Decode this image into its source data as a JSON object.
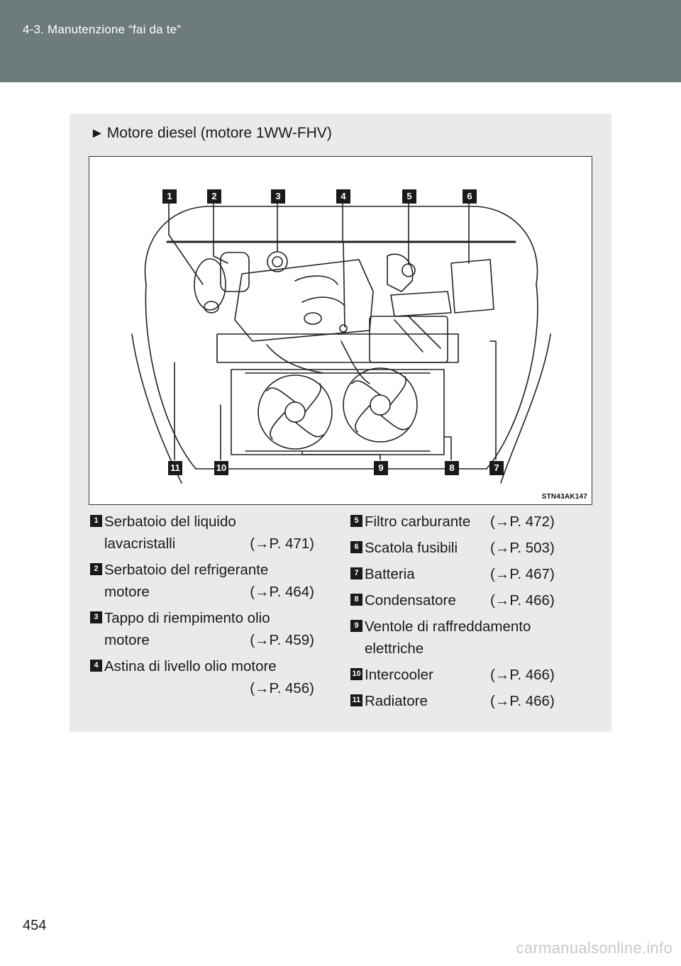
{
  "header": {
    "title": "4-3. Manutenzione “fai da te”"
  },
  "section": {
    "title": "Motore diesel (motore 1WW-FHV)",
    "arrow": "►"
  },
  "figure": {
    "code": "STN43AK147",
    "callouts_top": [
      "1",
      "2",
      "3",
      "4",
      "5",
      "6"
    ],
    "callouts_bottom": [
      "11",
      "10",
      "9",
      "8",
      "7"
    ]
  },
  "legend": {
    "left": [
      {
        "num": "1",
        "line1": "Serbatoio del liquido",
        "line2": "lavacristalli",
        "ref": "(→P. 471)"
      },
      {
        "num": "2",
        "line1": "Serbatoio del refrigerante",
        "line2": "motore",
        "ref": "(→P. 464)"
      },
      {
        "num": "3",
        "line1": "Tappo di riempimento olio",
        "line2": "motore",
        "ref": "(→P. 459)"
      },
      {
        "num": "4",
        "line1": "Astina di livello olio motore",
        "line2": "",
        "ref": "(→P. 456)"
      }
    ],
    "right": [
      {
        "num": "5",
        "label": "Filtro carburante",
        "ref": "(→P. 472)"
      },
      {
        "num": "6",
        "label": "Scatola fusibili",
        "ref": "(→P. 503)"
      },
      {
        "num": "7",
        "label": "Batteria",
        "ref": "(→P. 467)"
      },
      {
        "num": "8",
        "label": "Condensatore",
        "ref": "(→P. 466)"
      },
      {
        "num": "9",
        "label": "Ventole di raffreddamento",
        "label2": "elettriche",
        "ref": ""
      },
      {
        "num": "10",
        "label": "Intercooler",
        "ref": "(→P. 466)"
      },
      {
        "num": "11",
        "label": "Radiatore",
        "ref": "(→P. 466)"
      }
    ]
  },
  "page": {
    "number": "454"
  },
  "watermark": "carmanualsonline.info"
}
